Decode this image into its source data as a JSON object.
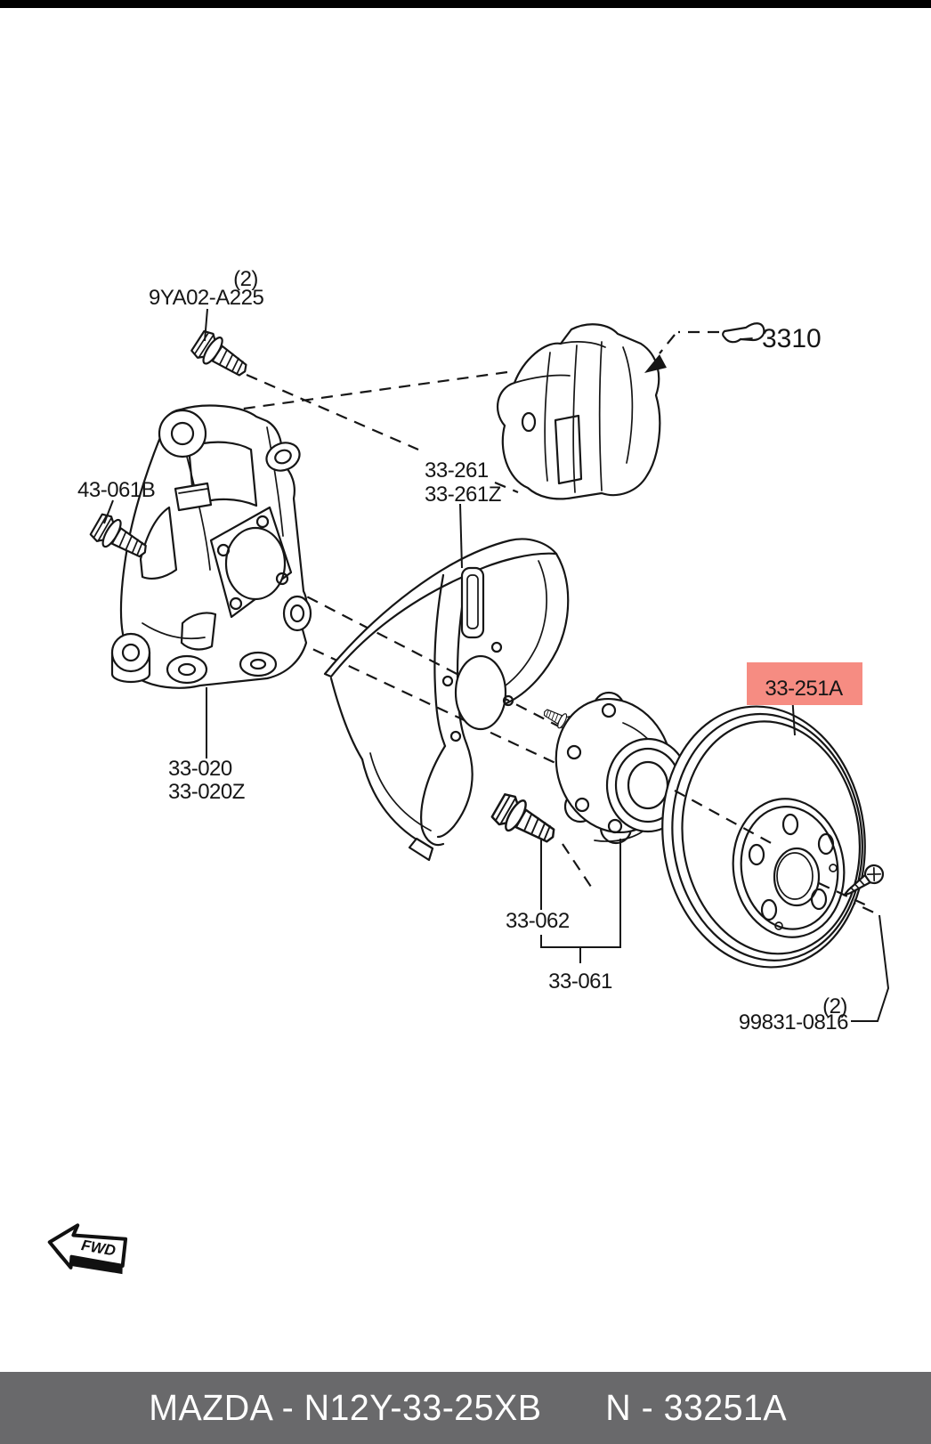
{
  "diagram": {
    "stroke_color": "#161616",
    "highlight_color": "#f68c82",
    "callouts": {
      "caliper_bolt": {
        "qty": "(2)",
        "part_no": "9YA02-A225"
      },
      "knuckle_bolt": {
        "part_no": "43-061B"
      },
      "dust_shield": {
        "part_no": "33-261",
        "part_no_alt": "33-261Z"
      },
      "caliper": {
        "part_no": "3310"
      },
      "knuckle": {
        "part_no": "33-020",
        "part_no_alt": "33-020Z"
      },
      "rotor": {
        "part_no": "33-251A",
        "highlighted": true
      },
      "hub_bolt": {
        "part_no": "33-062"
      },
      "hub": {
        "part_no": "33-061"
      },
      "rotor_screw": {
        "qty": "(2)",
        "part_no": "99831-0816"
      }
    },
    "fwd_label": "FWD"
  },
  "footer": {
    "catalog_text": "MAZDA - N12Y-33-25XB",
    "part_ref": "N - 33251A",
    "background": "#69696b",
    "text_color": "#ffffff"
  }
}
